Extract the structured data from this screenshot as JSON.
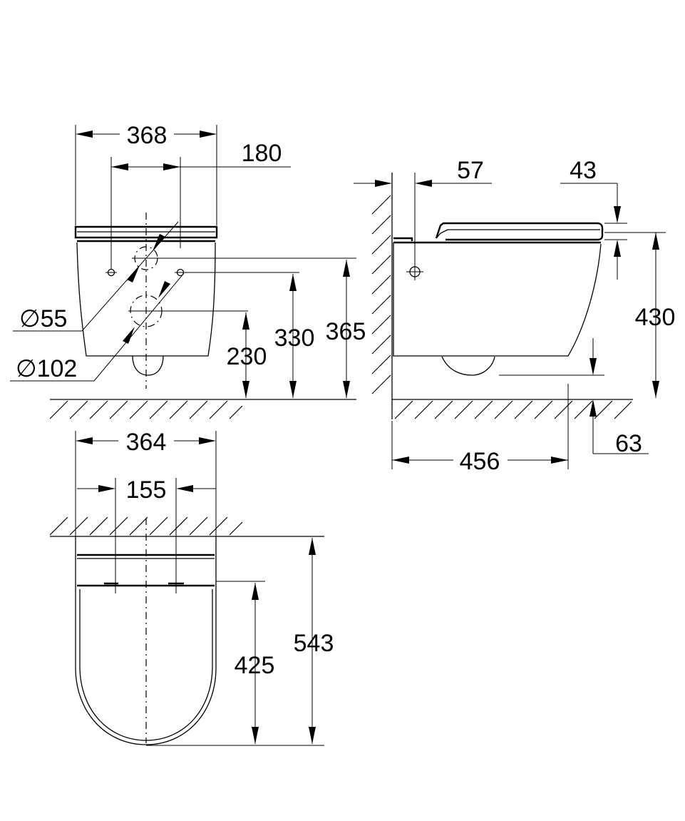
{
  "front_view": {
    "width_overall": "368",
    "fixing_distance": "180",
    "dia_inlet": "∅55",
    "dia_outlet": "∅102",
    "outlet_height": "230",
    "fixing_height": "330",
    "inlet_height": "365"
  },
  "side_view": {
    "wall_to_fixing": "57",
    "seat_thickness": "43",
    "total_height": "430",
    "projection": "456",
    "outlet_offset": "63"
  },
  "top_view": {
    "width": "364",
    "bolt_spacing": "155",
    "bowl_length": "425",
    "overall_length": "543"
  }
}
